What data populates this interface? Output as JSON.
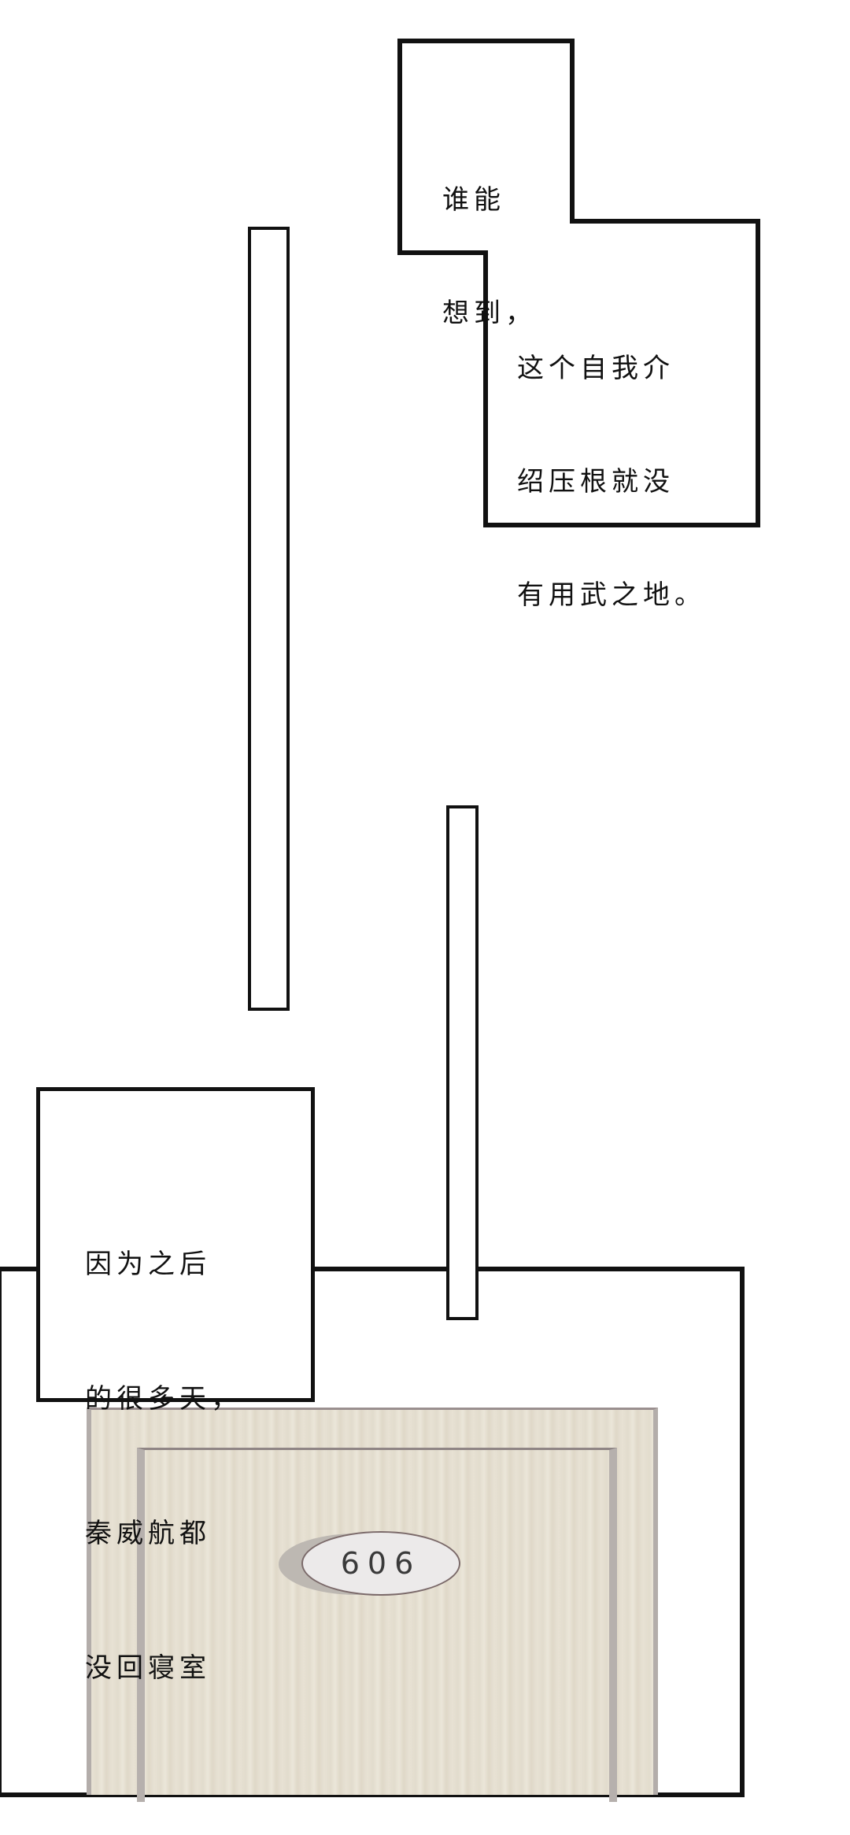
{
  "captions": {
    "first": [
      "谁能",
      "想到，"
    ],
    "second": [
      "这个自我介",
      "绍压根就没",
      "有用武之地。"
    ],
    "third": [
      "因为之后",
      "的很多天，",
      "秦威航都",
      "没回寝室"
    ]
  },
  "door": {
    "room_number": "606"
  },
  "colors": {
    "ink": "#111111",
    "door": "#e5dfd1",
    "plate": "#eceaea"
  }
}
